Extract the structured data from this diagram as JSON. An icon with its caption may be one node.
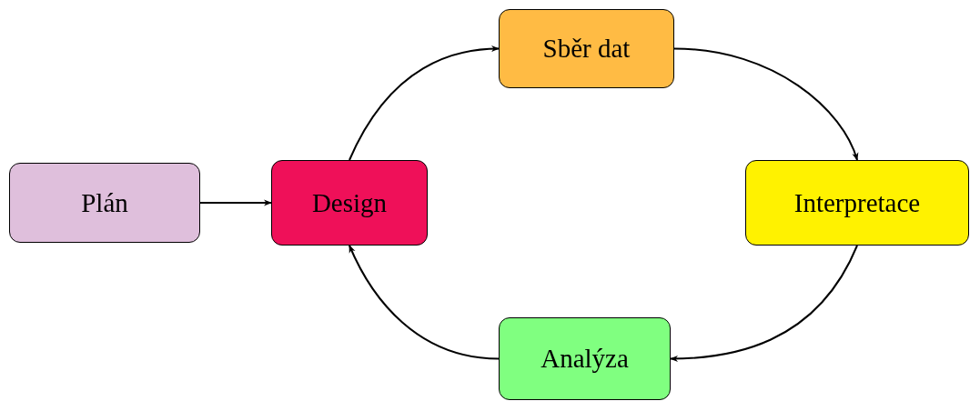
{
  "diagram": {
    "nodes": [
      {
        "text": [
          "Plán"
        ]
      },
      {
        "text": [
          "Design"
        ]
      },
      {
        "text": [
          "Sběr dat"
        ]
      },
      {
        "text": [
          "Interpretace"
        ]
      },
      {
        "text": [
          "Analýza"
        ]
      }
    ],
    "edges": [
      {
        "from": 0,
        "to": 1,
        "arrow": "to"
      },
      {
        "from": 1,
        "to": 2,
        "arrow": "to"
      },
      {
        "from": 2,
        "to": 3,
        "arrow": "to"
      },
      {
        "from": 3,
        "to": 4,
        "arrow": "to"
      },
      {
        "from": 4,
        "to": 1,
        "arrow": "to"
      }
    ]
  }
}
